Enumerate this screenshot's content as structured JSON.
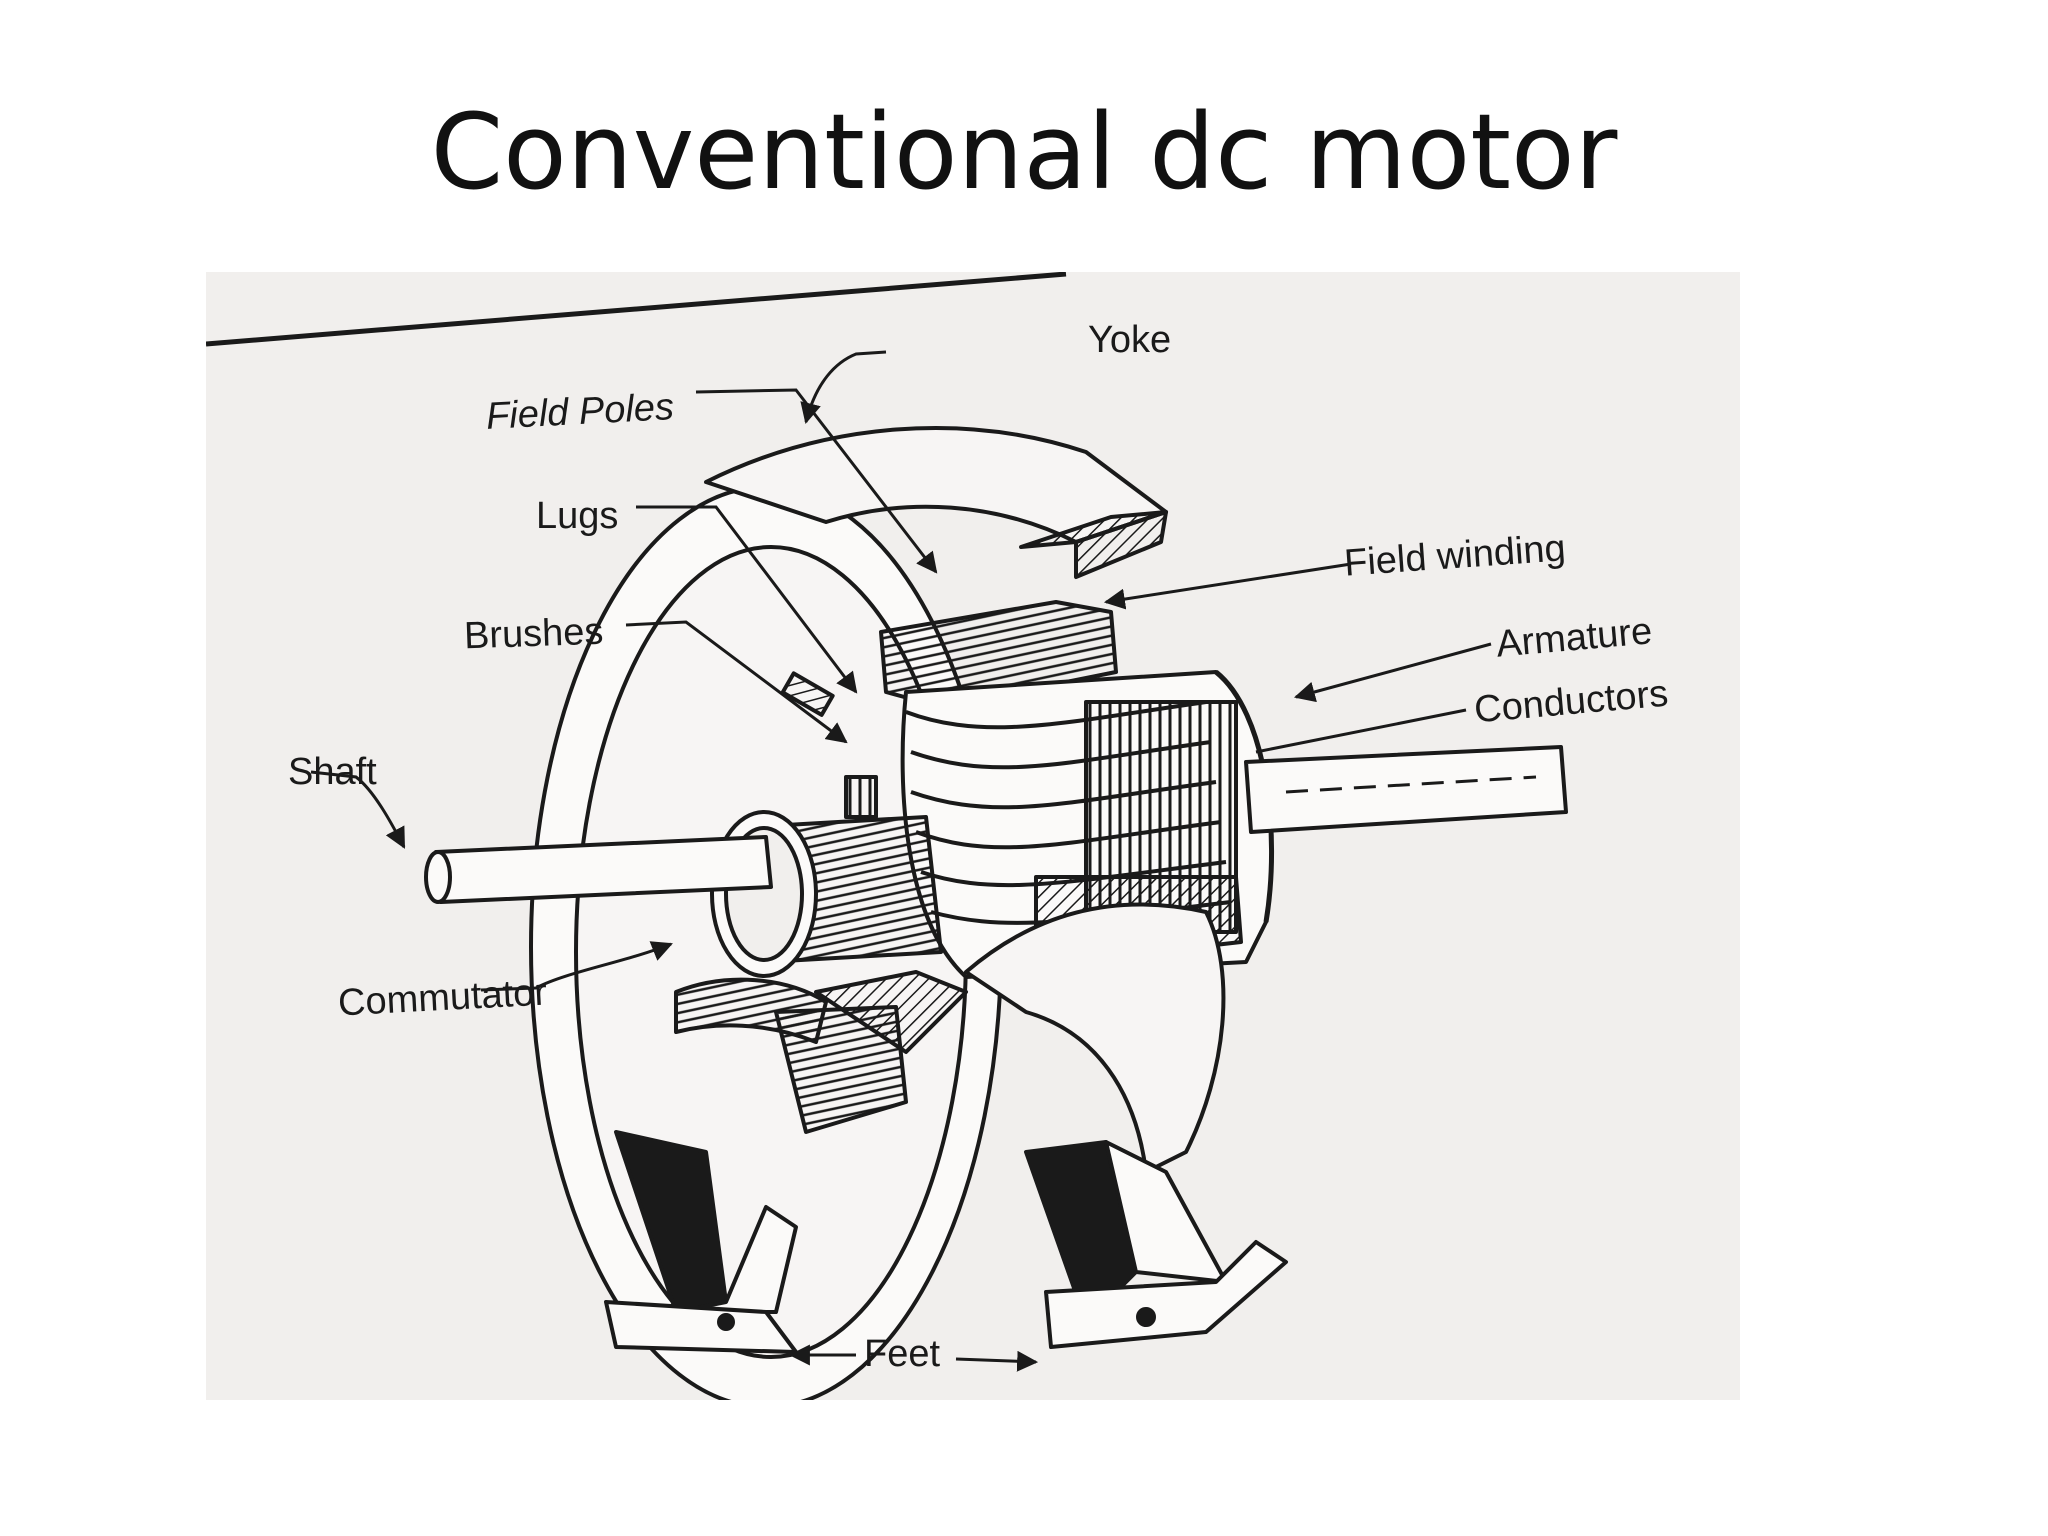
{
  "slide": {
    "title": "Conventional dc motor"
  },
  "diagram": {
    "labels": {
      "yoke": "Yoke",
      "field_poles": "Field Poles",
      "lugs": "Lugs",
      "field_winding": "Field winding",
      "brushes": "Brushes",
      "armature": "Armature",
      "conductors": "Conductors",
      "shaft": "Shaft",
      "commutator": "Commutator",
      "feet": "Feet"
    }
  },
  "colors": {
    "ink": "#1a1a1a",
    "paper": "#f1efed",
    "background": "#ffffff"
  }
}
